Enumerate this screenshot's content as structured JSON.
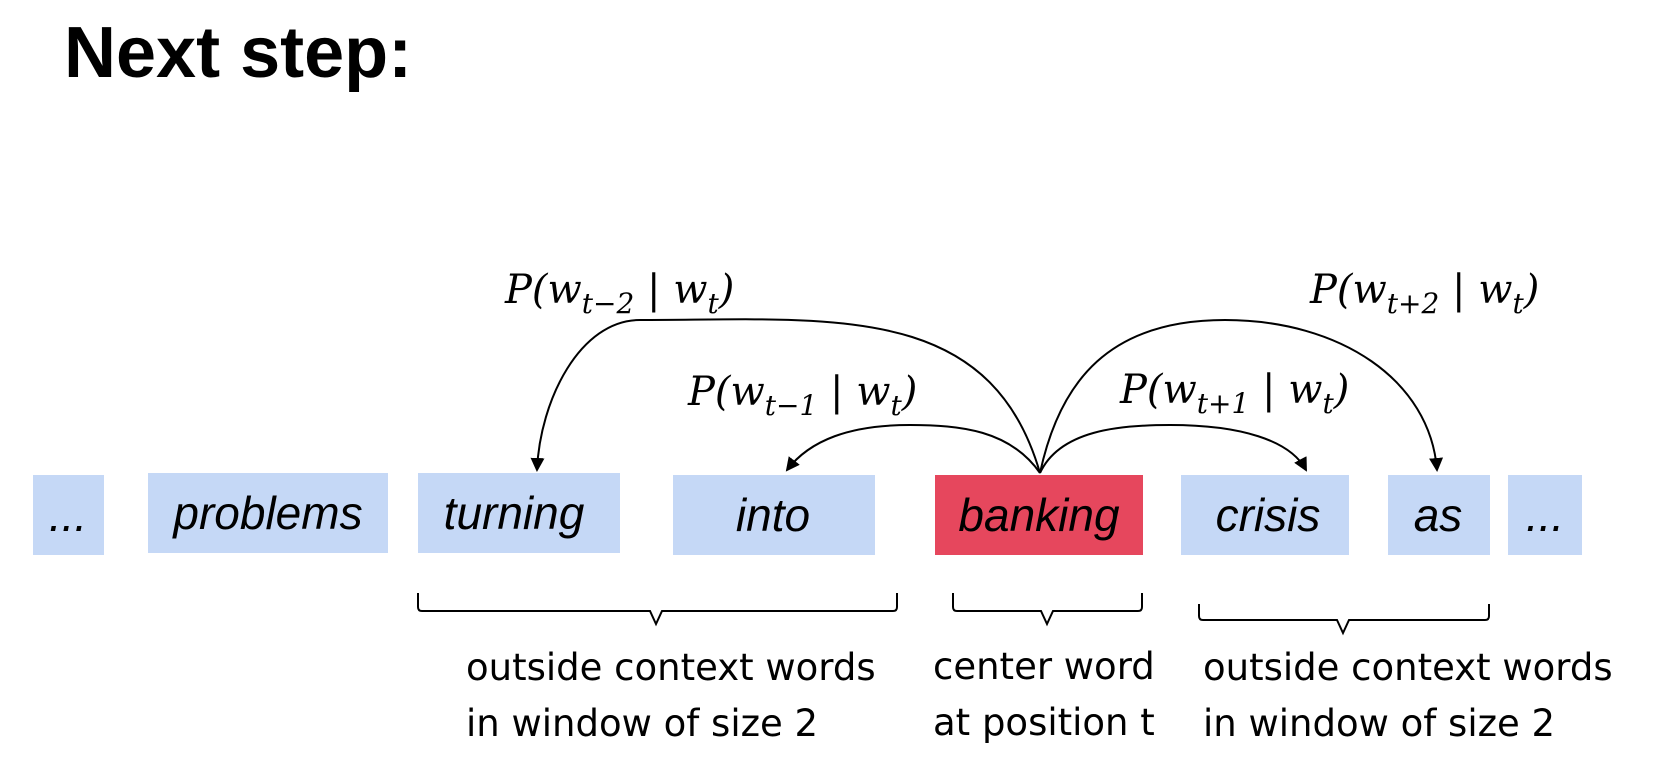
{
  "title": "Next step:",
  "colors": {
    "context_box": "#c5d8f6",
    "center_box": "#e6475d",
    "arrow": "#000000"
  },
  "words": [
    {
      "text": "...",
      "role": "ellipsis"
    },
    {
      "text": "problems",
      "role": "other"
    },
    {
      "text": "turning",
      "role": "context"
    },
    {
      "text": "into",
      "role": "context"
    },
    {
      "text": "banking",
      "role": "center"
    },
    {
      "text": "crisis",
      "role": "context"
    },
    {
      "text": "as",
      "role": "context"
    },
    {
      "text": "...",
      "role": "ellipsis"
    }
  ],
  "probabilities": [
    {
      "p": "P(w",
      "sub": "t−2",
      "rest": " | w",
      "sub2": "t",
      "close": ")"
    },
    {
      "p": "P(w",
      "sub": "t−1",
      "rest": " | w",
      "sub2": "t",
      "close": ")"
    },
    {
      "p": "P(w",
      "sub": "t+1",
      "rest": " | w",
      "sub2": "t",
      "close": ")"
    },
    {
      "p": "P(w",
      "sub": "t+2",
      "rest": " | w",
      "sub2": "t",
      "close": ")"
    }
  ],
  "captions": {
    "left": [
      "outside context words",
      "in window of size 2"
    ],
    "center": [
      "center word",
      "at position t"
    ],
    "right": [
      "outside context words",
      "in window of size 2"
    ]
  }
}
